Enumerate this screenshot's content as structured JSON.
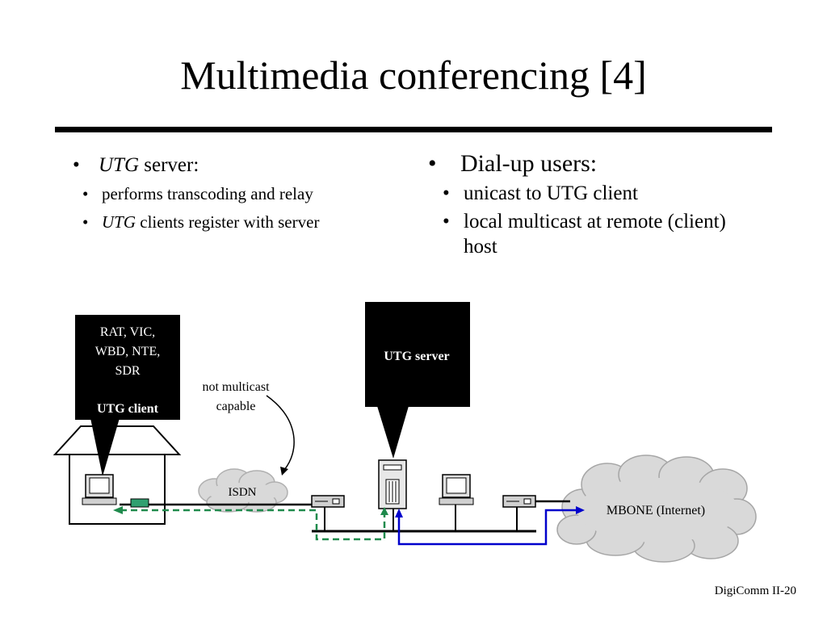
{
  "slide": {
    "title": "Multimedia conferencing [4]",
    "footer": "DigiComm II-20"
  },
  "left_column": {
    "bullet": {
      "italic": "UTG",
      "rest": " server:"
    },
    "sub_bullets": [
      {
        "italic": "",
        "text": "performs transcoding and relay"
      },
      {
        "italic": "UTG",
        "text": " clients register with server"
      }
    ]
  },
  "right_column": {
    "bullet": "Dial-up users:",
    "sub_bullets": [
      "unicast to UTG client",
      "local multicast at remote (client) host"
    ]
  },
  "diagram": {
    "client_callout": {
      "lines": [
        "RAT, VIC,",
        "WBD, NTE,",
        "SDR"
      ],
      "label": "UTG client"
    },
    "server_callout": {
      "label": "UTG server"
    },
    "annotation": [
      "not multicast",
      "capable"
    ],
    "isdn_label": "ISDN",
    "mbone_label": "MBONE (Internet)",
    "colors": {
      "dashed_path": "#1f8a4c",
      "solid_path": "#0000cc",
      "cloud": "#d9d9d9"
    }
  }
}
